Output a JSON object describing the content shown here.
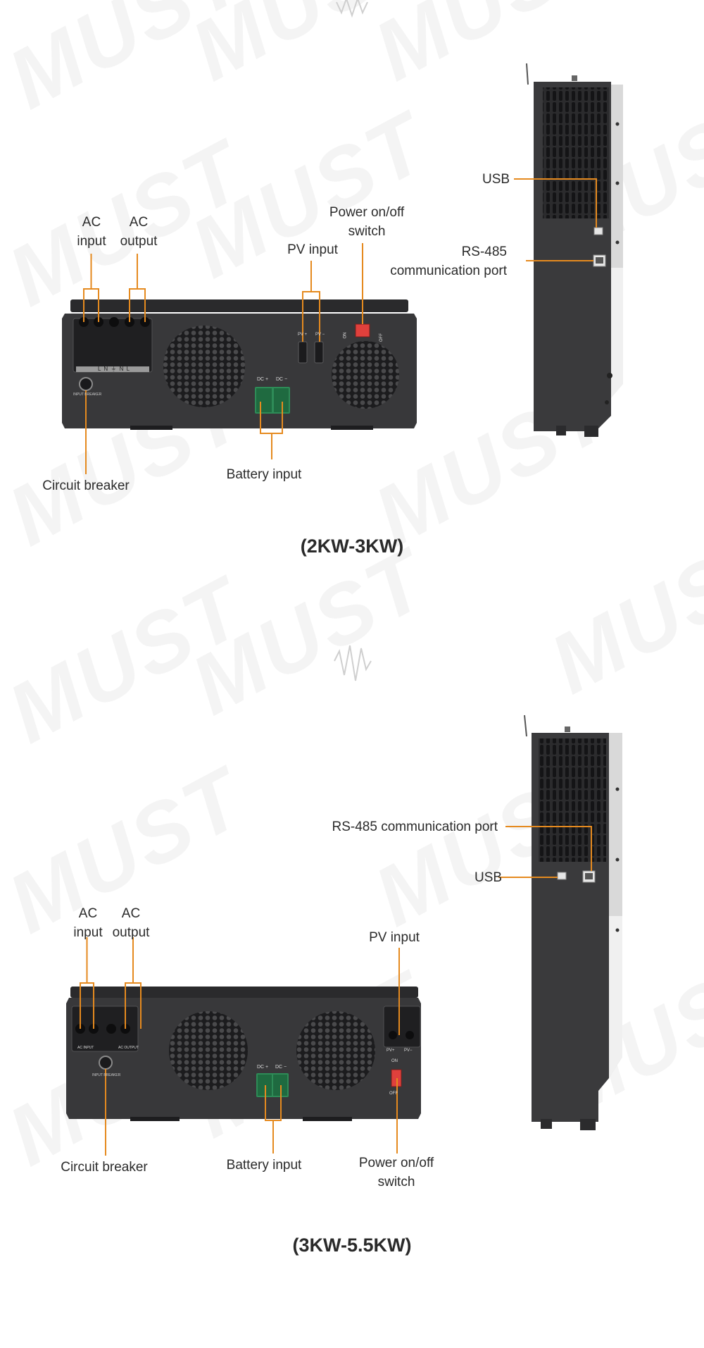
{
  "watermark": "MUST",
  "sections": [
    {
      "title": "(2KW-3KW)",
      "labels": {
        "ac_input": [
          "AC",
          "input"
        ],
        "ac_output": [
          "AC",
          "output"
        ],
        "pv_input": "PV input",
        "power_switch": [
          "Power on/off",
          "switch"
        ],
        "usb": "USB",
        "rs485": [
          "RS-485",
          "communication port"
        ],
        "circuit_breaker": "Circuit breaker",
        "battery_input": "Battery input"
      },
      "panel_text": {
        "terminal_marks": "L  N  ⏚  N  L",
        "breaker_text": "INPUT BREAKER",
        "pv_plus": "PV +",
        "pv_minus": "PV −",
        "dc_plus": "DC +",
        "dc_minus": "DC −",
        "on": "ON",
        "off": "OFF"
      }
    },
    {
      "title": "(3KW-5.5KW)",
      "labels": {
        "ac_input": [
          "AC",
          "input"
        ],
        "ac_output": [
          "AC",
          "output"
        ],
        "pv_input": "PV input",
        "power_switch": [
          "Power on/off",
          "switch"
        ],
        "usb": "USB",
        "rs485": "RS-485 communication port",
        "circuit_breaker": "Circuit breaker",
        "battery_input": "Battery input"
      },
      "panel_text": {
        "ac_input_text": "AC INPUT",
        "ac_output_text": "AC OUTPUT",
        "breaker_text": "INPUT BREAKER",
        "pv_plus": "PV+",
        "pv_minus": "PV−",
        "dc_plus": "DC +",
        "dc_minus": "DC −",
        "on": "ON",
        "off": "OFF"
      }
    }
  ],
  "colors": {
    "callout": "#e58a1f",
    "body": "#38383a",
    "body_dark": "#2a2a2c",
    "terminal_green": "#2e8b57",
    "switch_red": "#e0403c"
  }
}
